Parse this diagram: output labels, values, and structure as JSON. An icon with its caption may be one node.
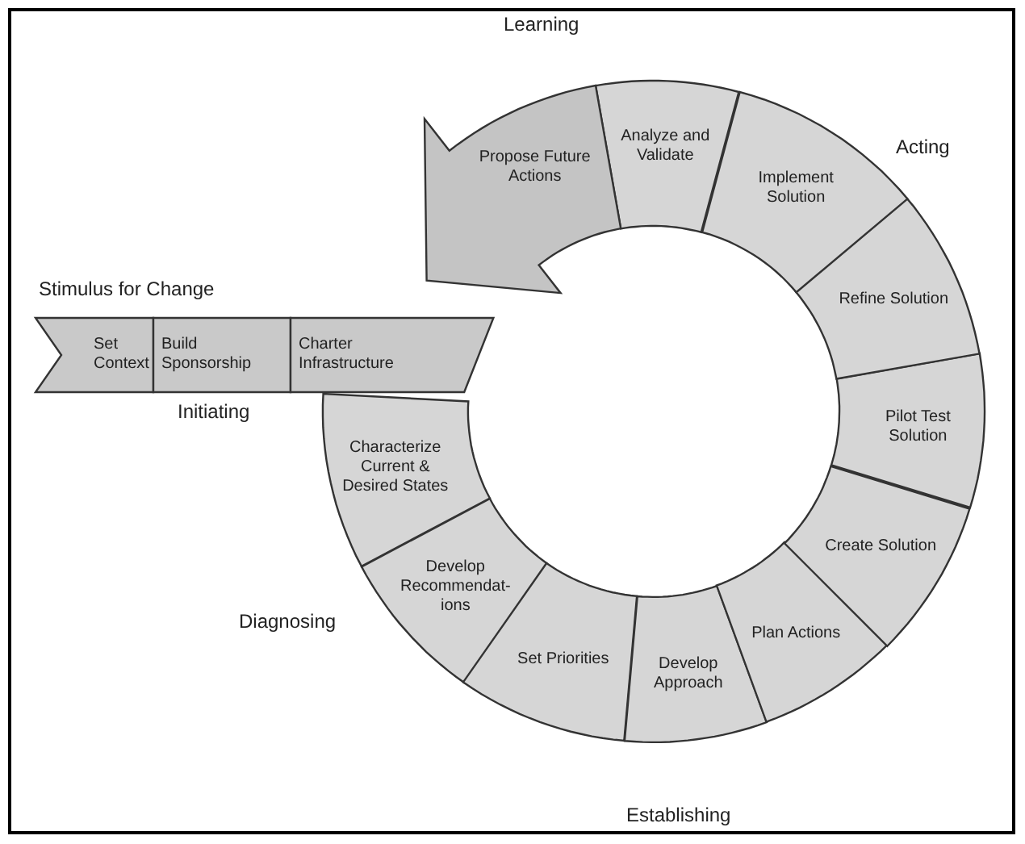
{
  "diagram": {
    "nodes": [
      {
        "text": [
          "Set Context"
        ]
      },
      {
        "text": [
          "Build Sponsorship"
        ]
      },
      {
        "text": [
          "Charter Infrastructure"
        ]
      },
      {
        "text": [
          "Characterize Current & Desired States"
        ]
      },
      {
        "text": [
          "Develop Recommendat- ions"
        ]
      },
      {
        "text": [
          "Set Priorities"
        ]
      },
      {
        "text": [
          "Develop Approach"
        ]
      },
      {
        "text": [
          "Plan Actions"
        ]
      },
      {
        "text": [
          "Create Solution"
        ]
      },
      {
        "text": [
          "Pilot Test Solution"
        ]
      },
      {
        "text": [
          "Refine Solution"
        ]
      },
      {
        "text": [
          "Implement Solution"
        ]
      },
      {
        "text": [
          "Analyze and Validate"
        ]
      },
      {
        "text": [
          "Propose Future Actions"
        ]
      }
    ],
    "edges": [],
    "labels": [
      "Learning",
      "Acting",
      "Stimulus for Change",
      "Initiating",
      "Diagnosing",
      "Establishing"
    ]
  }
}
